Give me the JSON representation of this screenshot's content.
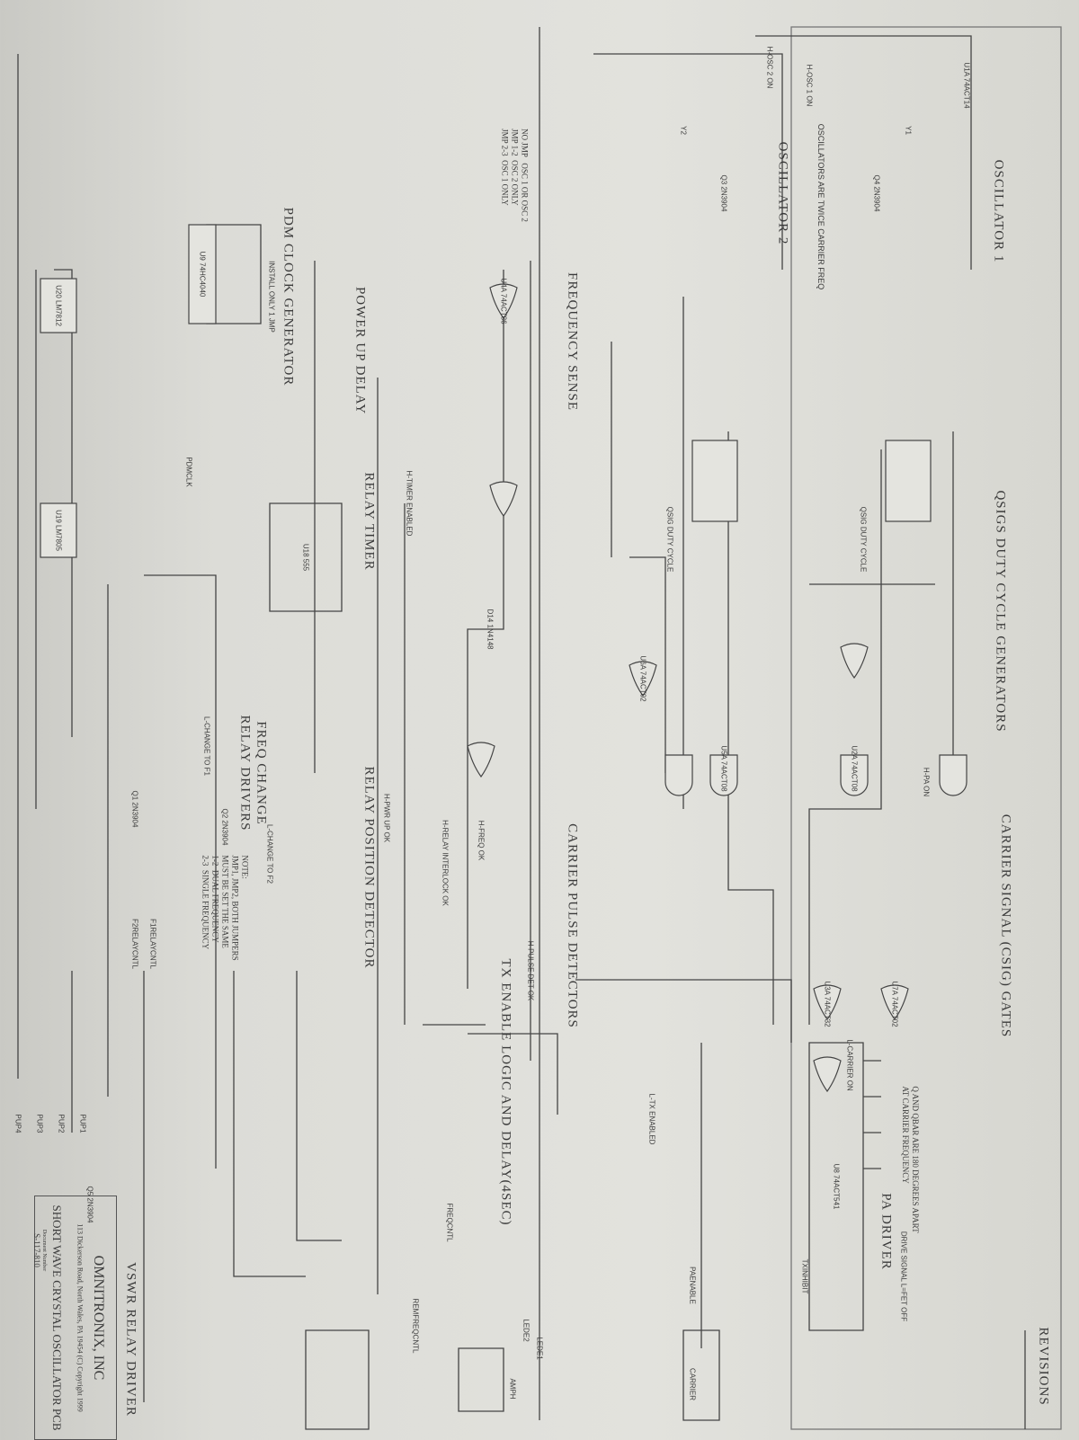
{
  "sections": {
    "oscillator1": "OSCILLATOR 1",
    "oscillator2": "OSCILLATOR 2",
    "osc_note": "OSCILLATORS ARE TWICE CARRIER FREQ",
    "qsig_duty": "QSIGS DUTY CYCLE GENERATORS",
    "carrier_gates": "CARRIER SIGNAL (CSIG) GATES",
    "revisions": "REVISIONS",
    "pa_driver": "PA DRIVER",
    "freq_sense": "FREQUENCY SENSE",
    "carrier_pulse": "CARRIER PULSE DETECTORS",
    "tx_enable": "TX ENABLE LOGIC AND DELAY(4SEC)",
    "relay_position": "RELAY POSITION DETECTOR",
    "freq_change": "FREQ CHANGE",
    "relay_drivers": "RELAY DRIVERS",
    "relay_timer": "RELAY TIMER",
    "power_up": "POWER UP DELAY",
    "pdm_clock": "PDM CLOCK GENERATOR",
    "pdm_install": "INSTALL ONLY 1 JMP",
    "vswr": "VSWR RELAY DRIVER",
    "qsig_duty_small_1": "QSIG DUTY CYCLE",
    "qsig_duty_small_2": "QSIG DUTY CYCLE"
  },
  "notes": {
    "jumper_note": "NOTE:\nJMP1, JMP2, BOTH JUMPERS\nMUST BE SET THE SAME\n1-2  DUAL FREQUENCY\n2-3  SINGLE FREQUENCY",
    "q_note": "Q AND QBAR ARE 180 DEGREES APART\nAT CARRIER FREQUENCY",
    "osc_select": "NO JMP   OSC 1 OR OSC 2\nJMP 1-2  OSC 2 ONLY\nJMP 2-3  OSC 1 ONLY"
  },
  "signals": [
    "H-OSC 1 ON",
    "H-OSC 2 ON",
    "L-CARRIER ON",
    "H-PA ON",
    "H-TIMER ENABLED",
    "H-FREQ OK",
    "H-RELAY INTERLOCK OK",
    "H-PWR UP OK",
    "H-PULSE DET OK",
    "L-CHANGE TO F1",
    "L-CHANGE TO F2",
    "F1RELAYCNTL",
    "F2RELAYCNTL",
    "FREQCNTL",
    "PDMCLK",
    "TXINHIBIT",
    "PAENABLE",
    "REMFREQCNTL",
    "LEDE1",
    "LEDE2",
    "L-TX ENABLED",
    "DRIVE SIGNAL L=FET OFF",
    "CARRIER",
    "AMPH"
  ],
  "parts": [
    "U1A 74ACT14",
    "U2A 74ACT08",
    "U3A 74ACT32",
    "U4A 74ACT86",
    "U5A 74ACT08",
    "U6A 74ACT02",
    "U7A 74ACT02",
    "U8 74ACT541",
    "U9 74HC4040",
    "U18 555",
    "U19 LM7805",
    "U20 LM7812",
    "Q1 2N3904",
    "Q2 2N3904",
    "Q3 2N3904",
    "Q4 2N3904",
    "Q5 2N3904",
    "Y1",
    "Y2",
    "D14 1N4148"
  ],
  "title_block": {
    "company": "OMNITRONIX, INC",
    "address": "113 Dickerson Road, North Wales, PA 19454  (C) Copyright 1999",
    "title": "SHORT WAVE CRYSTAL OSCILLATOR PCB",
    "doc_label": "Document Number",
    "doc_number": "S-117-810"
  },
  "connectors": [
    "PUP1",
    "PUP2",
    "PUP3",
    "PUP4"
  ]
}
